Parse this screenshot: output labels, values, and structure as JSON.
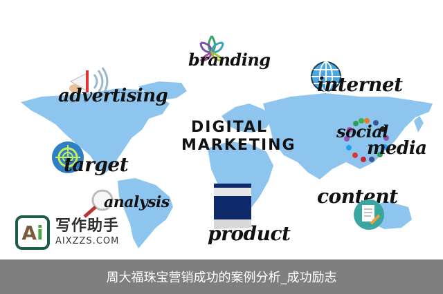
{
  "image": {
    "title_words": {
      "center_line1": "DIGITAL",
      "center_line2": "MARKETING"
    },
    "labels": [
      {
        "id": "branding",
        "text": "branding"
      },
      {
        "id": "advertising",
        "text": "advertising"
      },
      {
        "id": "internet",
        "text": "internet"
      },
      {
        "id": "social",
        "text": "social"
      },
      {
        "id": "media",
        "text": "media"
      },
      {
        "id": "target",
        "text": "target"
      },
      {
        "id": "analysis",
        "text": "analysis"
      },
      {
        "id": "product",
        "text": "product"
      },
      {
        "id": "content",
        "text": "content"
      }
    ],
    "icons": [
      "lotus-icon",
      "megaphone-icon",
      "globe-icon",
      "social-circle-icon",
      "target-icon",
      "magnifier-icon",
      "product-box-icon",
      "document-icon"
    ],
    "colors": {
      "map": "#8ec5ef",
      "ink": "#111111",
      "product_box": "#0f2a6b",
      "content_circle": "#3aa6a0",
      "target_circle": "#2f7fc4"
    }
  },
  "watermark": {
    "logo_letter_a": "A",
    "logo_letter_i": "i",
    "name_cn": "写作助手",
    "domain": "AIXZZS.COM"
  },
  "caption": {
    "text": "周大福珠宝营销成功的案例分析_成功励志"
  }
}
